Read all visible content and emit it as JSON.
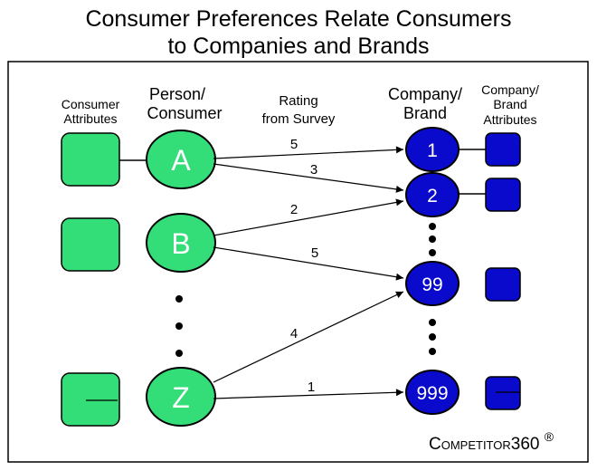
{
  "title": {
    "line1": "Consumer Preferences Relate Consumers",
    "line2": "to Companies and Brands"
  },
  "headers": {
    "consumer_attributes": [
      "Consumer",
      "Attributes"
    ],
    "person_consumer": [
      "Person/",
      "Consumer"
    ],
    "rating": [
      "Rating",
      "from Survey"
    ],
    "company_brand": [
      "Company/",
      "Brand"
    ],
    "company_brand_attributes": [
      "Company/",
      "Brand",
      "Attributes"
    ]
  },
  "consumers": [
    {
      "key": "a",
      "label": "A"
    },
    {
      "key": "b",
      "label": "B"
    },
    {
      "key": "z",
      "label": "Z"
    }
  ],
  "brands": [
    {
      "key": "1",
      "label": "1"
    },
    {
      "key": "2",
      "label": "2"
    },
    {
      "key": "99",
      "label": "99"
    },
    {
      "key": "999",
      "label": "999"
    }
  ],
  "ratings": [
    {
      "from": "A",
      "to": "1",
      "value": "5"
    },
    {
      "from": "A",
      "to": "2",
      "value": "3"
    },
    {
      "from": "B",
      "to": "2",
      "value": "2"
    },
    {
      "from": "B",
      "to": "99",
      "value": "5"
    },
    {
      "from": "Z",
      "to": "99",
      "value": "4"
    },
    {
      "from": "Z",
      "to": "999",
      "value": "1"
    }
  ],
  "logo": {
    "text": "Competitor360",
    "mark": "®"
  },
  "colors": {
    "consumer_fill": "#33dd77",
    "brand_fill": "#0a0acc",
    "stroke": "#000000"
  }
}
